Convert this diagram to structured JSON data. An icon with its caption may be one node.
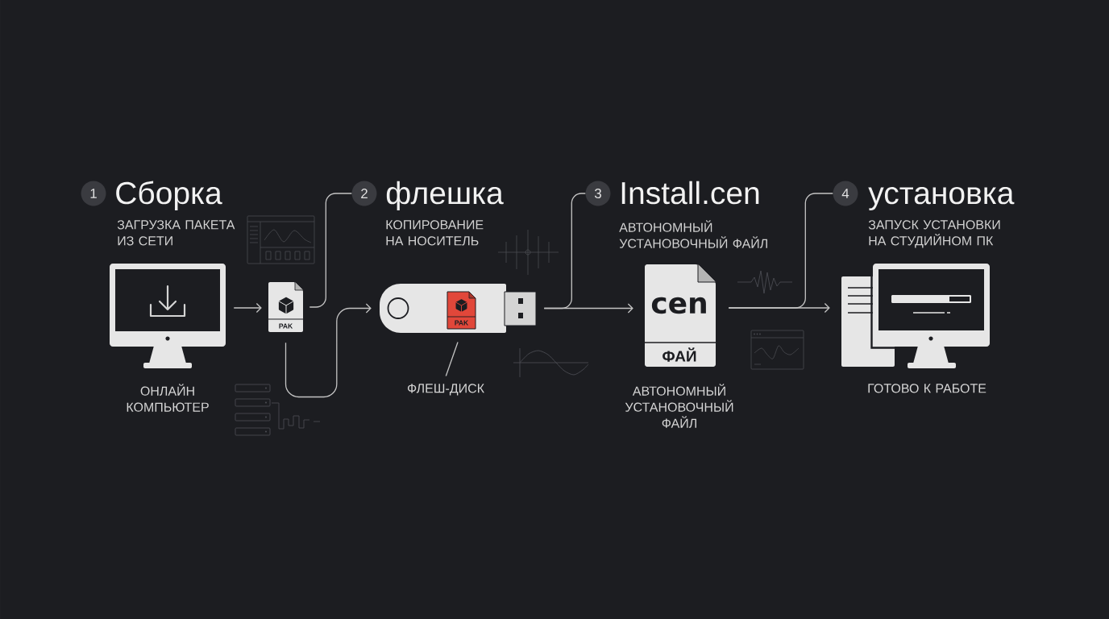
{
  "diagram": {
    "nodes": [
      {
        "text": [
          "1"
        ],
        "beside": [
          "Сборка",
          "ЗАГРУЗКА ПАКЕТА ИЗ СЕТИ"
        ]
      },
      {
        "text": [],
        "shape": "picture",
        "beside": [
          "ОНЛАЙН КОМПЬЮТЕР"
        ]
      },
      {
        "text": [
          "PAK"
        ]
      },
      {
        "text": [
          "2"
        ],
        "beside": [
          "флешка",
          "КОПИРОВАНИЕ НА НОСИТЕЛЬ"
        ]
      },
      {
        "text": [],
        "shape": "picture"
      },
      {
        "text": [
          "PAK"
        ],
        "in": 4
      },
      {
        "text": [
          "ФЛЕШ-ДИСК"
        ]
      },
      {
        "text": [
          "3"
        ],
        "beside": [
          "Install.cen",
          "АВТОНОМНЫЙ УСТАНОВОЧНЫЙ ФАЙЛ"
        ]
      },
      {
        "text": [
          "cen",
          "ФАЙ"
        ],
        "beside": [
          "АВТОНОМНЫЙ УСТАНОВОЧНЫЙ ФАЙЛ"
        ]
      },
      {
        "text": [
          "4"
        ],
        "beside": [
          "установка",
          "ЗАПУСК УСТАНОВКИ НА СТУДИЙНОМ ПК"
        ]
      },
      {
        "text": [],
        "shape": "picture",
        "beside": [
          "ГОТОВО К РАБОТЕ"
        ]
      }
    ],
    "edges": [
      {
        "from": 1,
        "to": 2,
        "arrow": "to"
      },
      {
        "from": 2,
        "to": 3,
        "arrow": "none"
      },
      {
        "from": 2,
        "to": 4,
        "arrow": "to"
      },
      {
        "from": 6,
        "to": 4,
        "arrow": "none"
      },
      {
        "from": 4,
        "to": 7,
        "arrow": "none"
      },
      {
        "from": 4,
        "to": 8,
        "arrow": "to"
      },
      {
        "from": 8,
        "to": 9,
        "arrow": "none"
      },
      {
        "from": 8,
        "to": 10,
        "arrow": "to"
      }
    ]
  }
}
